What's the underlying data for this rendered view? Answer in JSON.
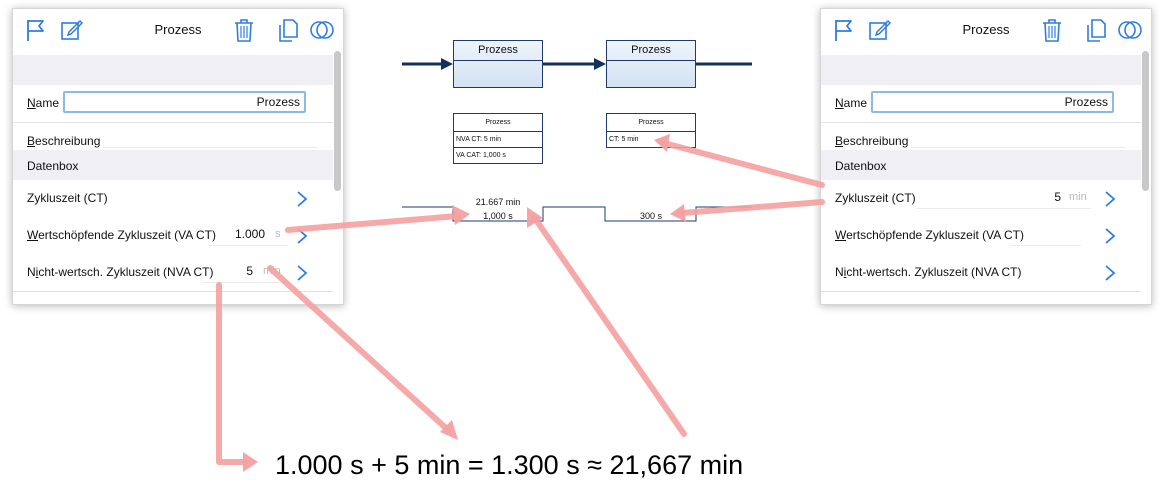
{
  "panels": {
    "left": {
      "title": "Prozess",
      "name_label_first": "N",
      "name_label_rest": "ame",
      "name_value": "Prozess",
      "desc_label_first": "B",
      "desc_label_rest": "eschreibung",
      "section": "Datenbox",
      "ct_label": "Zykluszeit (CT)",
      "ct_value": "",
      "ct_unit": "",
      "va_label_first": "W",
      "va_label_rest": "ertschöpfende Zykluszeit (VA CT)",
      "va_value": "1.000",
      "va_unit": "s",
      "nva_label_pre": "N",
      "nva_label_u": "i",
      "nva_label_rest": "cht-wertsch. Zykluszeit (NVA CT)",
      "nva_value": "5",
      "nva_unit": "min"
    },
    "right": {
      "title": "Prozess",
      "name_label_first": "N",
      "name_label_rest": "ame",
      "name_value": "Prozess",
      "desc_label_first": "B",
      "desc_label_rest": "eschreibung",
      "section": "Datenbox",
      "ct_label": "Zykluszeit (CT)",
      "ct_value": "5",
      "ct_unit": "min",
      "va_label_first": "W",
      "va_label_rest": "ertschöpfende Zykluszeit (VA CT)",
      "va_value": "",
      "va_unit": "",
      "nva_label_pre": "N",
      "nva_label_u": "i",
      "nva_label_rest": "cht-wertsch. Zykluszeit (NVA CT)",
      "nva_value": "",
      "nva_unit": ""
    }
  },
  "diagram": {
    "process1": "Prozess",
    "process2": "Prozess",
    "databox1": {
      "title": "Prozess",
      "rows": [
        "NVA CT: 5 min",
        "VA CAT: 1,000 s"
      ]
    },
    "databox2": {
      "title": "Prozess",
      "rows": [
        "CT: 5 min"
      ]
    },
    "timeline": {
      "upper1": "21.667 min",
      "lower1": "1,000 s",
      "lower2": "300 s"
    }
  },
  "formula": "1.000 s + 5 min = 1.300 s ≈ 21,667 min",
  "colors": {
    "accent": "#2f7de1",
    "arrow": "#f4a0a0",
    "vsm_border": "#1e3a6e",
    "flow_arrow": "#14305f"
  },
  "icons": [
    "flag-icon",
    "edit-icon",
    "trash-icon",
    "copy-icon",
    "overlap-circles-icon",
    "chevron-right-icon"
  ]
}
